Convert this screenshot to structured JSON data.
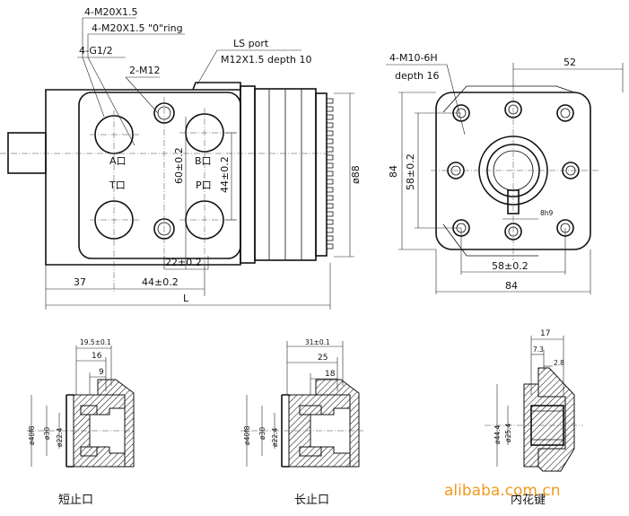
{
  "front_view": {
    "callouts": [
      "4-M20X1.5",
      "4-M20X1.5 \"0\"ring",
      "4-G1/2",
      "2-M12"
    ],
    "ls_port_title": "LS port",
    "ls_port_spec": "M12X1.5 depth 10",
    "ports": {
      "a": "A口",
      "b": "B口",
      "t": "T口",
      "p": "P口"
    },
    "dims": {
      "vert_60": "60±0.2",
      "vert_44": "44±0.2",
      "spacing_22": "22±0.2",
      "offset_37": "37",
      "spacing_44": "44±0.2",
      "length_L": "L",
      "diameter_88": "ø88"
    }
  },
  "end_view": {
    "thread_spec": "4-M10-6H",
    "thread_depth": "depth 16",
    "dims": {
      "width_52": "52",
      "height_84": "84",
      "vert_58": "58±0.2",
      "key_8": "8h9",
      "horiz_58": "58±0.2",
      "width_84": "84"
    }
  },
  "sections": [
    {
      "caption": "短止口",
      "dims": {
        "top": "19.5±0.1",
        "mid": "16",
        "low": "9",
        "d_outer": "ø40f8",
        "d_mid": "ø30",
        "d_inner": "ø22.4"
      }
    },
    {
      "caption": "长止口",
      "dims": {
        "top": "31±0.1",
        "mid": "25",
        "low": "18",
        "d_outer": "ø40f8",
        "d_mid": "ø30",
        "d_inner": "ø22.4"
      }
    },
    {
      "caption": "内花键",
      "dims": {
        "top": "17",
        "mid": "7.3",
        "low": "2.8",
        "d_outer": "ø44.4",
        "d_inner": "ø25.4"
      }
    }
  ],
  "watermark": "alibaba.com.cn"
}
